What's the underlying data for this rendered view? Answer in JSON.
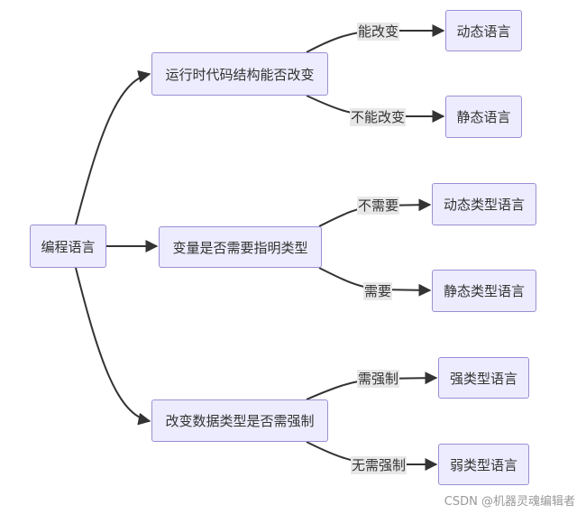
{
  "nodes": {
    "root": "编程语言",
    "q_runtime": "运行时代码结构能否改变",
    "q_var": "变量是否需要指明类型",
    "q_convert": "改变数据类型是否需强制",
    "dynamic_lang": "动态语言",
    "static_lang": "静态语言",
    "dynamic_typed": "动态类型语言",
    "static_typed": "静态类型语言",
    "strong_typed": "强类型语言",
    "weak_typed": "弱类型语言"
  },
  "edges": {
    "can_change": "能改变",
    "cannot_change": "不能改变",
    "no_need": "不需要",
    "need": "需要",
    "need_force": "需强制",
    "no_force": "无需强制"
  },
  "watermark": "CSDN @机器灵魂编辑者",
  "colors": {
    "node_fill": "#ececfe",
    "node_border": "#9b8fd4",
    "line": "#333333",
    "label_bg": "#e8e8e8"
  }
}
